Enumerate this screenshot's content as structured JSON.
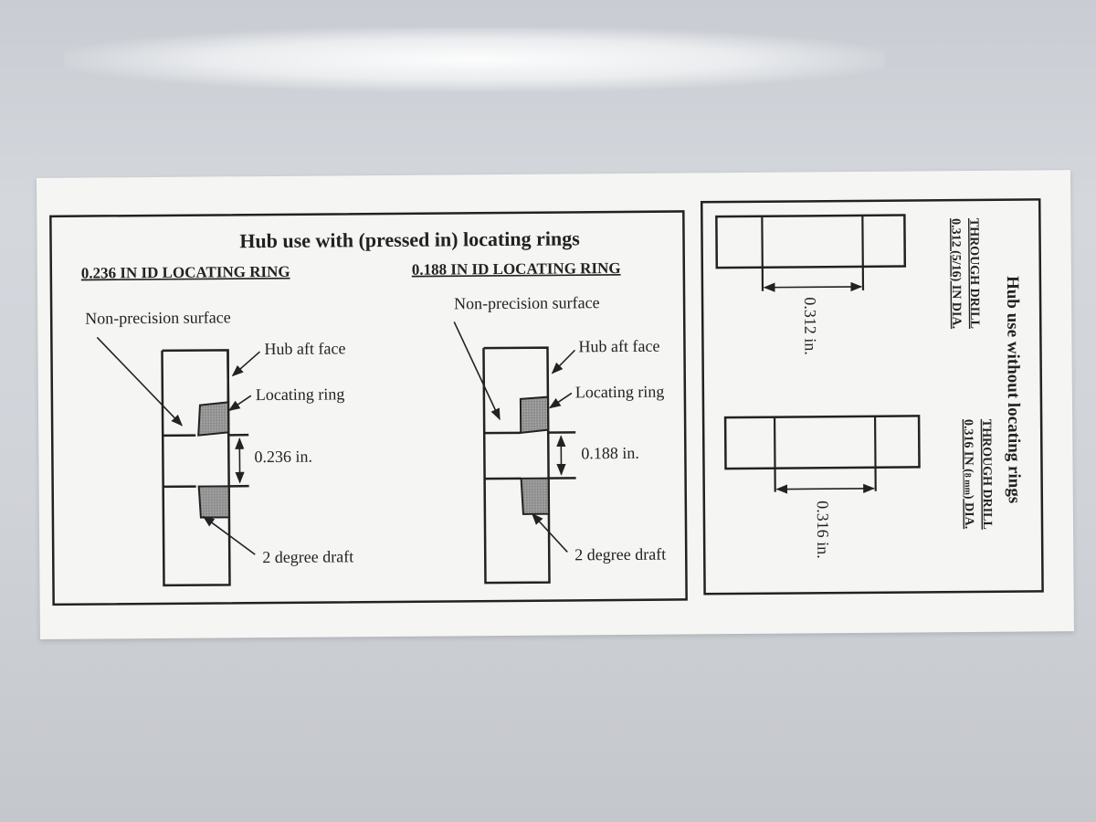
{
  "left_panel": {
    "title": "Hub use with (pressed in) locating rings",
    "diagram_a": {
      "heading": "0.236 IN ID LOCATING RING",
      "non_precision": "Non-precision surface",
      "hub_aft_face": "Hub aft face",
      "locating_ring": "Locating ring",
      "dimension": "0.236 in.",
      "draft": "2 degree draft"
    },
    "diagram_b": {
      "heading": "0.188 IN ID LOCATING RING",
      "non_precision": "Non-precision surface",
      "hub_aft_face": "Hub aft face",
      "locating_ring": "Locating ring",
      "dimension": "0.188 in.",
      "draft": "2 degree draft"
    }
  },
  "right_panel": {
    "title": "Hub use without locating rings",
    "spec_a": {
      "line1": "THROUGH DRILL",
      "line2": "0.312 (5/16) IN DIA.",
      "dimension": "0.312 in."
    },
    "spec_b": {
      "line1": "THROUGH DRILL",
      "line2_prefix": "0.316 IN (",
      "line2_small": "8 mm",
      "line2_suffix": ") DIA.",
      "dimension": "0.316 in."
    }
  },
  "colors": {
    "ink": "#222222",
    "paper": "#f5f5f3",
    "ring_fill": "#9c9c9c"
  }
}
